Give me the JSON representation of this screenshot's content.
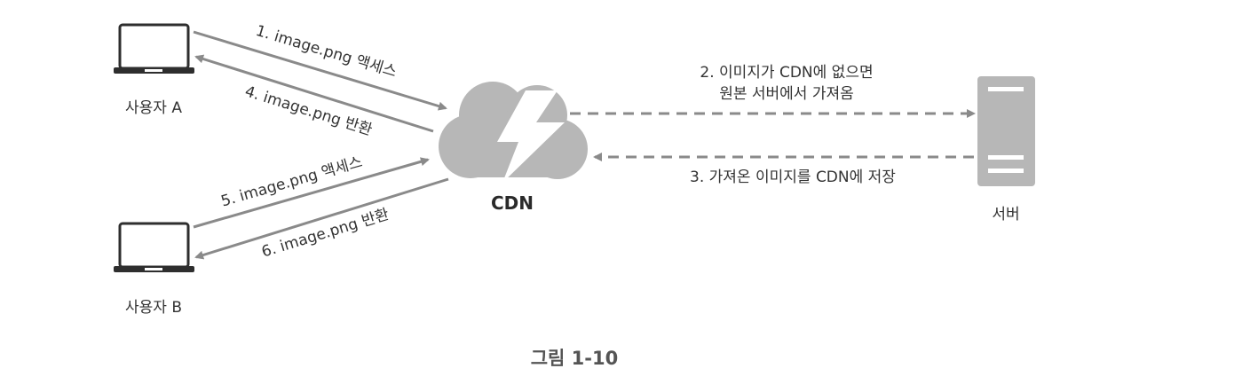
{
  "nodes": {
    "user_a": "사용자 A",
    "user_b": "사용자 B",
    "cdn": "CDN",
    "server": "서버"
  },
  "arrows": {
    "a1": "1. image.png 액세스",
    "a2_line1": "2. 이미지가 CDN에 없으면",
    "a2_line2": "원본 서버에서 가져옴",
    "a3": "3. 가져온 이미지를 CDN에 저장",
    "a4": "4. image.png 반환",
    "a5": "5. image.png 액세스",
    "a6": "6. image.png 반환"
  },
  "caption": "그림 1-10",
  "colors": {
    "arrow": "#8a8a8a",
    "icon_gray": "#b7b7b7",
    "laptop_dark": "#2e2e2e",
    "text": "#333333"
  }
}
